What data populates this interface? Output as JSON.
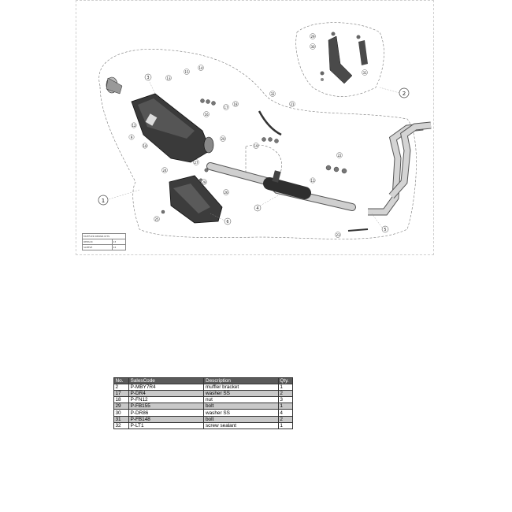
{
  "diagram": {
    "callouts": [
      "1",
      "2",
      "3",
      "4",
      "5",
      "6",
      "9",
      "10",
      "11",
      "12",
      "13",
      "14",
      "15",
      "16",
      "17",
      "18",
      "19",
      "20",
      "21",
      "22",
      "23",
      "24",
      "25",
      "26",
      "27",
      "28",
      "29",
      "30",
      "31",
      "32"
    ],
    "kit_table": {
      "title": "MUFFLER REPAIR KITS",
      "rows": [
        {
          "name": "REPACK",
          "qty": "13"
        },
        {
          "name": "SLEEVE",
          "qty": "14"
        }
      ]
    }
  },
  "parts_table": {
    "headers": {
      "no": "No.",
      "code": "SalesCode",
      "desc": "Description",
      "qty": "Qty."
    },
    "rows": [
      {
        "no": "2",
        "code": "P-MBY7R4",
        "desc": "muffler bracket",
        "qty": "1"
      },
      {
        "no": "17",
        "code": "P-DR4",
        "desc": "washer SS",
        "qty": "2"
      },
      {
        "no": "18",
        "code": "P-FN12",
        "desc": "nut",
        "qty": "3"
      },
      {
        "no": "29",
        "code": "P-FB155",
        "desc": "bolt",
        "qty": "1"
      },
      {
        "no": "30",
        "code": "P-DR86",
        "desc": "washer SS",
        "qty": "4"
      },
      {
        "no": "31",
        "code": "P-FB148",
        "desc": "bolt",
        "qty": "2"
      },
      {
        "no": "32",
        "code": "P-LT1",
        "desc": "screw sealant",
        "qty": "1"
      }
    ]
  }
}
